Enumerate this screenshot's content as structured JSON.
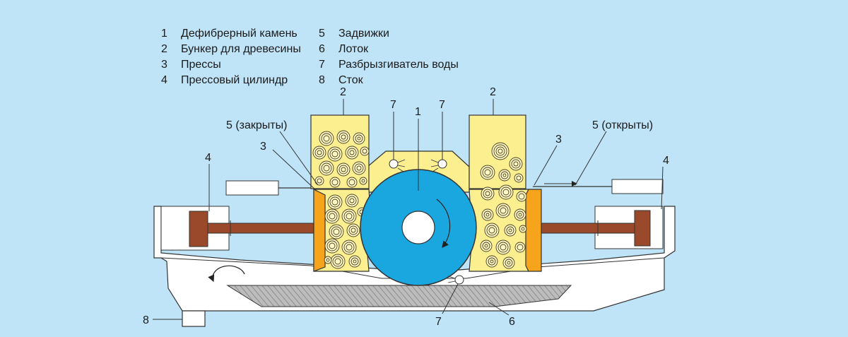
{
  "legend": [
    {
      "num": "1",
      "text": "Дефибрерный камень"
    },
    {
      "num": "2",
      "text": "Бункер для древесины"
    },
    {
      "num": "3",
      "text": "Прессы"
    },
    {
      "num": "4",
      "text": "Прессовый цилиндр"
    },
    {
      "num": "5",
      "text": "Задвижки"
    },
    {
      "num": "6",
      "text": "Лоток"
    },
    {
      "num": "7",
      "text": "Разбрызгиватель воды"
    },
    {
      "num": "8",
      "text": "Сток"
    }
  ],
  "callouts": {
    "stone": "1",
    "hopper_left": "2",
    "hopper_right": "2",
    "press_left": "3",
    "press_right": "3",
    "cylinder_left": "4",
    "cylinder_right": "4",
    "gate_left": "5 (закрыты)",
    "gate_right": "5 (открыты)",
    "tray": "6",
    "sprayer_top_left": "7",
    "sprayer_top_right": "7",
    "sprayer_bottom": "7",
    "drain": "8"
  },
  "colors": {
    "background": "#bfe4f8",
    "wood": "#fbef8f",
    "press": "#f5a41c",
    "stone": "#1aa7e0",
    "cylinder": "#9a4a2a",
    "outline": "#333333",
    "frame": "#ffffff"
  }
}
